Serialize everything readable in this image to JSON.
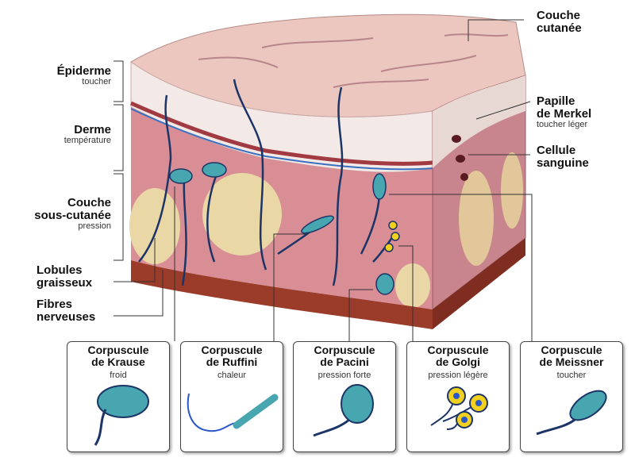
{
  "labels": {
    "epiderme": {
      "title": "Épiderme",
      "sub": "toucher"
    },
    "derme": {
      "title": "Derme",
      "sub": "température"
    },
    "sous_cutanee": {
      "title1": "Couche",
      "title2": "sous-cutanée",
      "sub": "pression"
    },
    "lobules": {
      "line1": "Lobules",
      "line2": "graisseux"
    },
    "fibres": {
      "line1": "Fibres",
      "line2": "nerveuses"
    },
    "couche_cutanee": {
      "line1": "Couche",
      "line2": "cutanée"
    },
    "papille": {
      "line1": "Papille",
      "line2": "de Merkel",
      "sub": "toucher léger"
    },
    "cellule": {
      "line1": "Cellule",
      "line2": "sanguine"
    }
  },
  "corpuscles": [
    {
      "line1": "Corpuscule",
      "line2": "de Krause",
      "sub": "froid"
    },
    {
      "line1": "Corpuscule",
      "line2": "de Ruffini",
      "sub": "chaleur"
    },
    {
      "line1": "Corpuscule",
      "line2": "de Pacini",
      "sub": "pression forte"
    },
    {
      "line1": "Corpuscule",
      "line2": "de Golgi",
      "sub": "pression légère"
    },
    {
      "line1": "Corpuscule",
      "line2": "de Meissner",
      "sub": "toucher"
    }
  ],
  "colors": {
    "skin_top": "#ecc7bf",
    "epidermis": "#f3e9e6",
    "dermis": "#d98e96",
    "fat": "#e9d7a6",
    "base": "#9b3b2a",
    "nerve": "#1c3566",
    "corpuscle": "#47a6b0"
  }
}
